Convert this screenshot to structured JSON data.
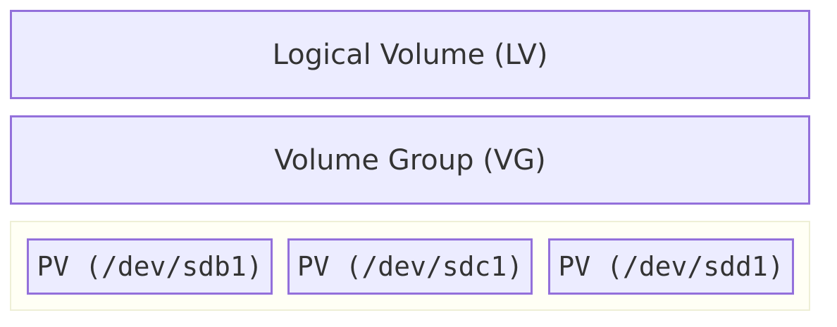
{
  "diagram": {
    "layers": [
      {
        "label": "Logical Volume (LV)"
      },
      {
        "label": "Volume Group (VG)"
      }
    ],
    "physical_volumes": [
      {
        "label": "PV (/dev/sdb1)"
      },
      {
        "label": "PV (/dev/sdc1)"
      },
      {
        "label": "PV (/dev/sdd1)"
      }
    ]
  },
  "colors": {
    "node_fill": "#ececff",
    "node_border": "#9370db",
    "pool_fill": "#fffff5",
    "pool_border": "#eeefd6",
    "text": "#333333"
  }
}
